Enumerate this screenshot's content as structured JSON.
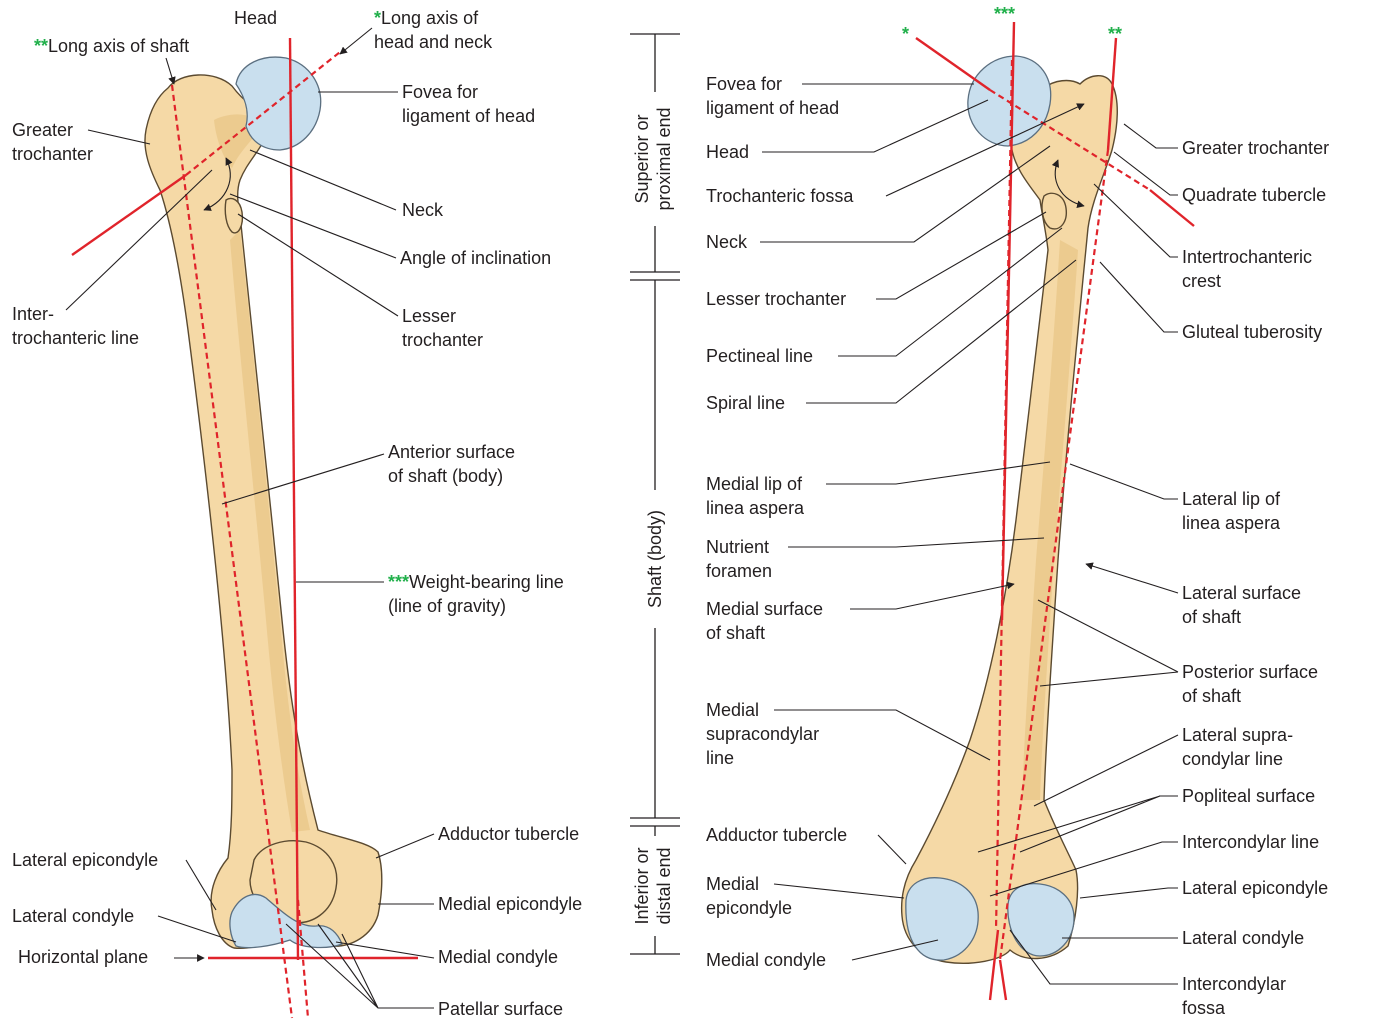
{
  "colors": {
    "bone": "#f5d9a6",
    "bone_outline": "#5b4a30",
    "articular_cartilage": "#c9dfee",
    "axis_line": "#e0242b",
    "asterisk_marker": "#21b04b",
    "label_text": "#231f20"
  },
  "anterior_view": {
    "labels": {
      "head": "Head",
      "long_axis_shaft_stars": "**",
      "long_axis_shaft": "Long axis of shaft",
      "long_axis_head_neck_star": "*",
      "long_axis_head_neck_1": "Long axis of",
      "long_axis_head_neck_2": "head and neck",
      "fovea_1": "Fovea for",
      "fovea_2": "ligament of head",
      "greater_trochanter_1": "Greater",
      "greater_trochanter_2": "trochanter",
      "neck": "Neck",
      "angle_of_inclination": "Angle of inclination",
      "intertrochanteric_line_1": "Inter-",
      "intertrochanteric_line_2": "trochanteric line",
      "lesser_trochanter_1": "Lesser",
      "lesser_trochanter_2": "trochanter",
      "anterior_surface_1": "Anterior surface",
      "anterior_surface_2": "of shaft (body)",
      "weight_bearing_stars": "***",
      "weight_bearing_1": "Weight-bearing line",
      "weight_bearing_2": "(line of gravity)",
      "adductor_tubercle": "Adductor tubercle",
      "lateral_epicondyle": "Lateral epicondyle",
      "medial_epicondyle": "Medial epicondyle",
      "lateral_condyle": "Lateral condyle",
      "horizontal_plane": "Horizontal plane",
      "medial_condyle": "Medial condyle",
      "patellar_surface": "Patellar surface"
    }
  },
  "regions": {
    "superior_1": "Superior or",
    "superior_2": "proximal end",
    "shaft": "Shaft (body)",
    "inferior_1": "Inferior or",
    "inferior_2": "distal end"
  },
  "posterior_view": {
    "axis_markers": {
      "head_neck": "*",
      "weight_bearing": "***",
      "shaft": "**"
    },
    "labels": {
      "fovea_1": "Fovea for",
      "fovea_2": "ligament of head",
      "head": "Head",
      "trochanteric_fossa": "Trochanteric fossa",
      "neck": "Neck",
      "lesser_trochanter": "Lesser trochanter",
      "pectineal_line": "Pectineal line",
      "spiral_line": "Spiral line",
      "medial_lip_1": "Medial lip of",
      "medial_lip_2": "linea aspera",
      "nutrient_foramen_1": "Nutrient",
      "nutrient_foramen_2": "foramen",
      "medial_surface_1": "Medial surface",
      "medial_surface_2": "of shaft",
      "medial_supracondylar_1": "Medial",
      "medial_supracondylar_2": "supracondylar",
      "medial_supracondylar_3": "line",
      "adductor_tubercle": "Adductor tubercle",
      "medial_epicondyle_1": "Medial",
      "medial_epicondyle_2": "epicondyle",
      "medial_condyle": "Medial condyle",
      "greater_trochanter": "Greater trochanter",
      "quadrate_tubercle": "Quadrate tubercle",
      "intertrochanteric_crest_1": "Intertrochanteric",
      "intertrochanteric_crest_2": "crest",
      "gluteal_tuberosity": "Gluteal tuberosity",
      "lateral_lip_1": "Lateral lip of",
      "lateral_lip_2": "linea aspera",
      "lateral_surface_1": "Lateral surface",
      "lateral_surface_2": "of shaft",
      "posterior_surface_1": "Posterior surface",
      "posterior_surface_2": "of shaft",
      "lateral_supracondylar_1": "Lateral supra-",
      "lateral_supracondylar_2": "condylar line",
      "popliteal_surface": "Popliteal surface",
      "intercondylar_line": "Intercondylar line",
      "lateral_epicondyle": "Lateral epicondyle",
      "lateral_condyle": "Lateral condyle",
      "intercondylar_fossa_1": "Intercondylar",
      "intercondylar_fossa_2": "fossa"
    }
  }
}
